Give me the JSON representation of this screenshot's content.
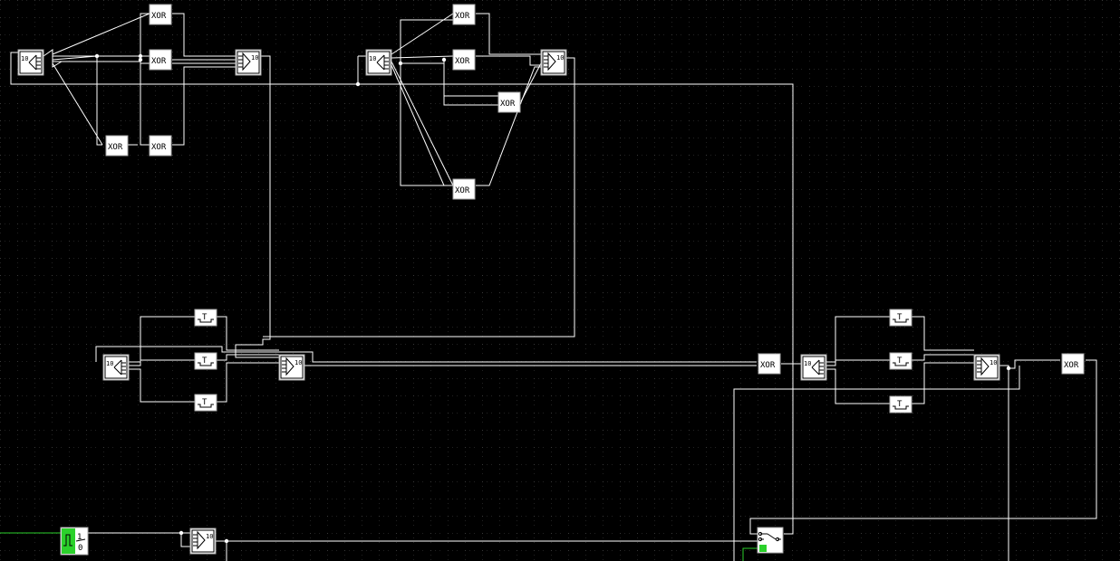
{
  "labels": {
    "xor": "XOR",
    "t": "T",
    "bus_width": "10",
    "clock_on": "1",
    "clock_off": "0"
  },
  "colors": {
    "background": "#000000",
    "grid_dot": "#3a3a3a",
    "wire": "#ffffff",
    "active": "#2bd12b"
  },
  "icons": [
    "splitter-icon",
    "joiner-icon",
    "xor-gate-icon",
    "t-flipflop-icon",
    "clock-icon",
    "switch-icon"
  ]
}
